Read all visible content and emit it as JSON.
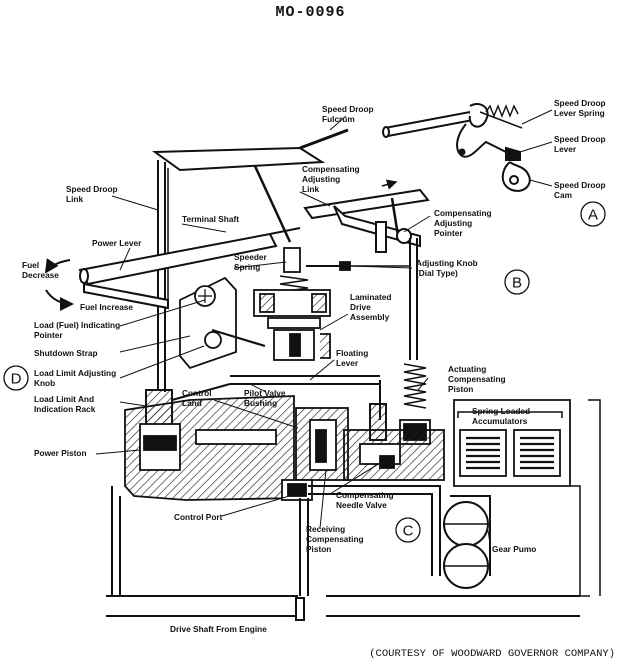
{
  "document_id": "MO-0096",
  "credit": "(COURTESY OF WOODWARD GOVERNOR COMPANY)",
  "callouts": [
    "A",
    "B",
    "C",
    "D"
  ],
  "labels": {
    "speed_droop_fulcrum": [
      "Speed Droop",
      "Fulcrum"
    ],
    "speed_droop_lever_spring": [
      "Speed Droop",
      "Lever Spring"
    ],
    "speed_droop_lever": [
      "Speed Droop",
      "Lever"
    ],
    "speed_droop_cam": [
      "Speed Droop",
      "Cam"
    ],
    "speed_droop_link": [
      "Speed Droop",
      "Link"
    ],
    "compensating_adjusting_link": [
      "Compensating",
      "Adjusting",
      "Link"
    ],
    "compensating_adjusting_pointer": [
      "Compensating",
      "Adjusting",
      "Pointer"
    ],
    "terminal_shaft": [
      "Terminal Shaft"
    ],
    "power_lever": [
      "Power Lever"
    ],
    "fuel_decrease": [
      "Fuel",
      "Decrease"
    ],
    "fuel_increase": [
      "Fuel Increase"
    ],
    "speeder_spring": [
      "Speeder",
      "Spring"
    ],
    "adjusting_knob": [
      "Adjusting Knob",
      "(Dial Type)"
    ],
    "load_indicating_pointer": [
      "Load (Fuel) Indicating",
      "Pointer"
    ],
    "laminated_drive_assembly": [
      "Laminated",
      "Drive",
      "Assembly"
    ],
    "shutdown_strap": [
      "Shutdown Strap"
    ],
    "floating_lever": [
      "Floating",
      "Lever"
    ],
    "actuating_compensating_piston": [
      "Actuating",
      "Compensating",
      "Piston"
    ],
    "load_limit_adjusting_knob": [
      "Load Limit Adjusting",
      "Knob"
    ],
    "pilot_valve_bushing": [
      "Pilot Valve",
      "Bushing"
    ],
    "load_limit_indication_rack": [
      "Load Limit And",
      "Indication Rack"
    ],
    "control_land": [
      "Control",
      "Land"
    ],
    "spring_loaded_accumulators": [
      "Spring Loaded",
      "Accumulators"
    ],
    "power_piston": [
      "Power Piston"
    ],
    "compensating_needle_valve": [
      "Compensating",
      "Needle Valve"
    ],
    "control_port": [
      "Control Port"
    ],
    "receiving_compensating_piston": [
      "Receiving",
      "Compensating",
      "Piston"
    ],
    "gear_pump": [
      "Gear Pumo"
    ],
    "drive_shaft": [
      "Drive Shaft From Engine"
    ]
  }
}
